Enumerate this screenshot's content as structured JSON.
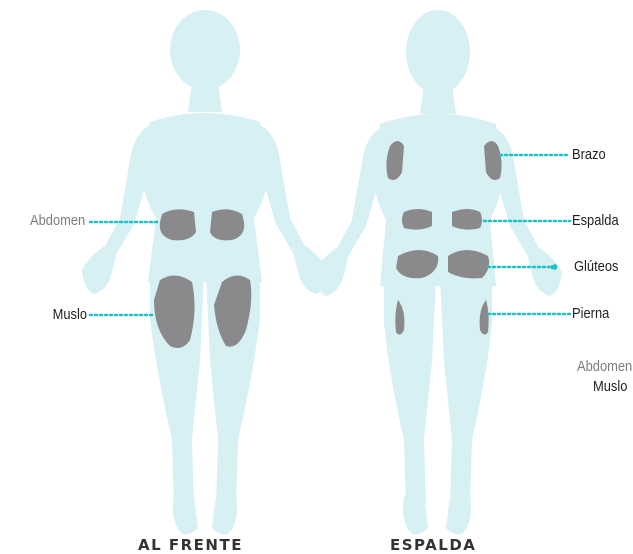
{
  "colors": {
    "body": "#d7f0f3",
    "zone": "#8a8a8c",
    "leader": "#1fc3c6",
    "label_dark": "#1f1f1f",
    "label_light": "#7c7c7c",
    "caption": "#333333"
  },
  "front": {
    "caption": "AL FRENTE",
    "labels": {
      "abdomen": "Abdomen",
      "thigh": "Muslo"
    }
  },
  "back": {
    "caption": "ESPALDA",
    "labels": {
      "arm": "Brazo",
      "back": "Espalda",
      "glutes": "Glúteos",
      "leg": "Pierna"
    }
  },
  "legend_cutoff": {
    "abdomen": "Abdomen",
    "thigh": "Muslo"
  }
}
